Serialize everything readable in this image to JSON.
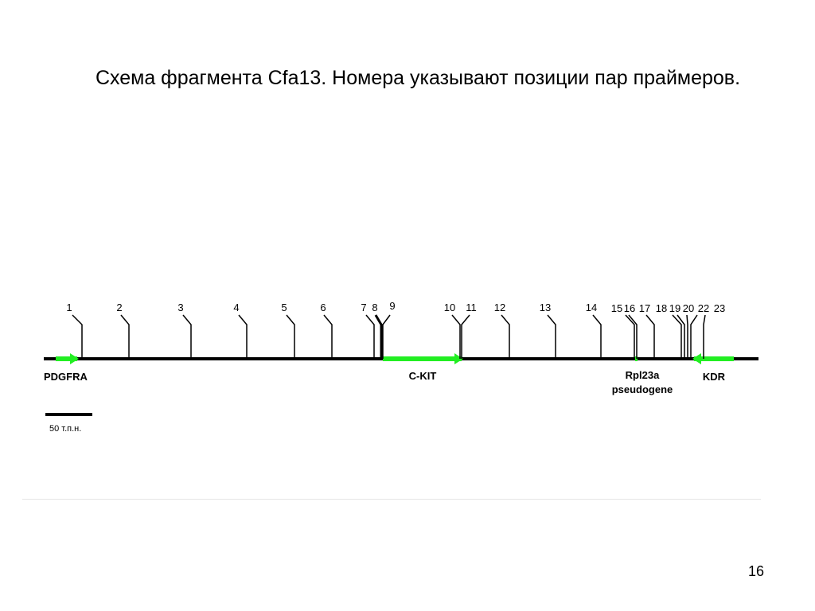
{
  "slide": {
    "title": "Схема фрагмента Cfa13. Номера указывают позиции пар праймеров.",
    "page_number": "16"
  },
  "diagram": {
    "primers": [
      "1",
      "2",
      "3",
      "4",
      "5",
      "6",
      "7",
      "8",
      "9",
      "10",
      "11",
      "12",
      "13",
      "14",
      "15",
      "16",
      "17",
      "18",
      "19",
      "20",
      "22",
      "23"
    ],
    "genes": [
      {
        "id": "pdgfra",
        "label": "PDGFRA"
      },
      {
        "id": "ckit",
        "label": "C-KIT"
      },
      {
        "id": "rpl23a",
        "label": "Rpl23a",
        "label2": "pseudogene"
      },
      {
        "id": "kdr",
        "label": "KDR"
      }
    ],
    "scale_label": "50 т.п.н.",
    "colors": {
      "gene": "#22ee22",
      "line": "#000000"
    }
  }
}
